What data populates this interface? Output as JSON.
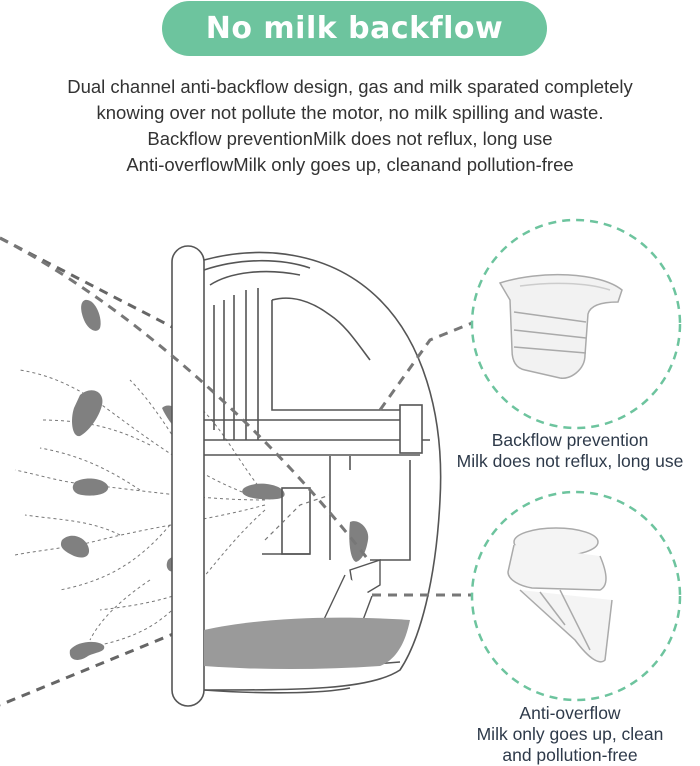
{
  "header": {
    "title": "No milk backflow"
  },
  "description": [
    "Dual channel anti-backflow design, gas and milk sparated completely",
    "knowing over not pollute the motor, no milk spilling and waste.",
    "Backflow preventionMilk does not reflux, long use",
    "Anti-overflowMilk only goes up, cleanand pollution-free"
  ],
  "callouts": {
    "backflow": {
      "title": "Backflow prevention",
      "subtitle": "Milk does not reflux, long use"
    },
    "overflow": {
      "title": "Anti-overflow",
      "line1": "Milk only goes up, clean",
      "line2": "and pollution-free"
    }
  },
  "colors": {
    "accent": "#6dc49e",
    "line": "#666666",
    "milk": "#9a9a9a",
    "text": "#333333"
  }
}
